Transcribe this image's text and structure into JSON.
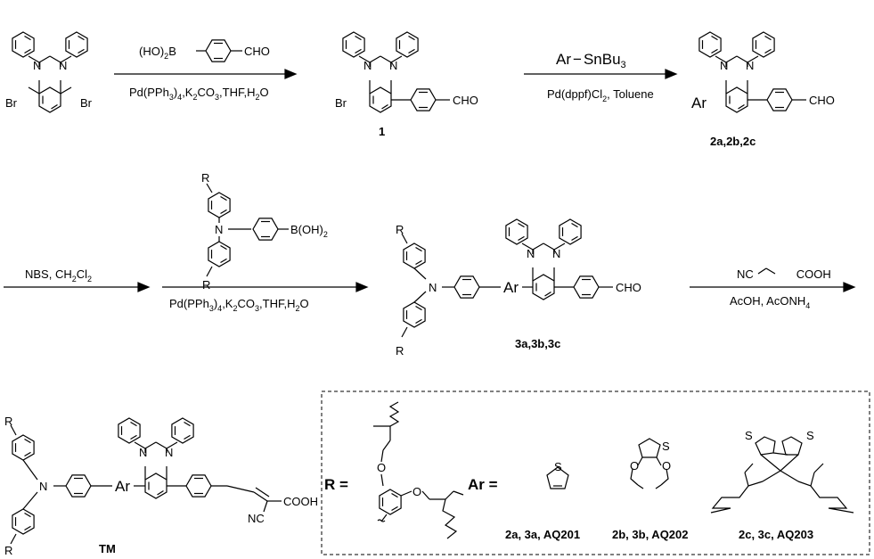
{
  "step1": {
    "reagent_top_left": "(HO)",
    "reagent_top_sub": "2",
    "reagent_top_b": "B",
    "reagent_top_cho": "CHO",
    "conditions": [
      "Pd(PPh",
      "3",
      ")",
      "4",
      ",K",
      "2",
      "CO",
      "3",
      ",THF,H",
      "2",
      "O"
    ]
  },
  "step2": {
    "reagent_top": [
      "Ar",
      "SnBu",
      "3"
    ],
    "conditions": [
      "Pd(dppf)Cl",
      "2",
      ", Toluene"
    ]
  },
  "step3": {
    "conditions": [
      "NBS, CH",
      "2",
      "Cl",
      "2"
    ]
  },
  "step4": {
    "boronic": [
      "B(OH)",
      "2"
    ],
    "r_label": "R",
    "n_label": "N",
    "conditions": [
      "Pd(PPh",
      "3",
      ")",
      "4",
      ",K",
      "2",
      "CO",
      "3",
      ",THF,H",
      "2",
      "O"
    ]
  },
  "step5": {
    "reagent_top": [
      "NC",
      "COOH"
    ],
    "conditions": [
      "AcOH, AcONH",
      "4"
    ]
  },
  "atoms": {
    "n": "N",
    "br": "Br",
    "cho": "CHO",
    "ar": "Ar",
    "r": "R",
    "s": "S",
    "o": "O",
    "nc": "NC",
    "cooh": "COOH"
  },
  "compound_labels": {
    "c1": "1",
    "c2": "2a,2b,2c",
    "c3": "3a,3b,3c",
    "tm": "TM"
  },
  "legend": {
    "r_equals": "R =",
    "ar_equals": "Ar =",
    "label_a": "2a, 3a, AQ201",
    "label_b": "2b, 3b, AQ202",
    "label_c": "2c, 3c, AQ203"
  }
}
